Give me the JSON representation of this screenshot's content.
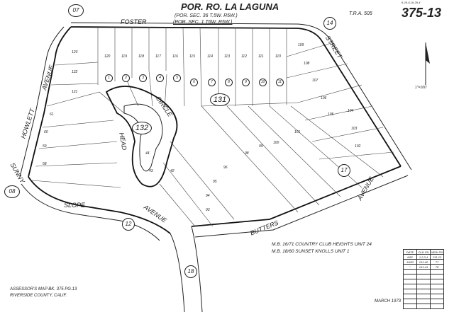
{
  "header": {
    "title": "POR. RO. LA LAGUNA",
    "sub1": "(POR. SEC. 36 T.5W. R5W.)",
    "sub2": "(POR. SEC. 1 T6W. R5W.)",
    "tra": "T.R.A. 505",
    "page_ref_small": "8-29-5,16-29-4",
    "page_number": "375-13"
  },
  "streets": {
    "foster": "FOSTER",
    "street": "STREET",
    "howlett": "HOWLETT",
    "avenue_west": "AVENUE",
    "head": "HEAD",
    "circle": "CIRCLE",
    "sunny": "SUNNY",
    "slope": "SLOPE",
    "avenue_south": "AVENUE",
    "butters": "BUTTERS",
    "avenue_east": "AVENUE"
  },
  "map_pages": [
    "07",
    "14",
    "08",
    "12",
    "17",
    "18"
  ],
  "blocks": [
    "131",
    "132"
  ],
  "top_lots": [
    "120",
    "119",
    "118",
    "117",
    "116",
    "115",
    "114",
    "113",
    "112",
    "111",
    "110"
  ],
  "top_parcels": [
    "1",
    "2",
    "3",
    "4",
    "5",
    "6",
    "7",
    "8",
    "9",
    "10",
    "11"
  ],
  "west_lots": [
    "123",
    "122",
    "121"
  ],
  "east_lots": [
    "109",
    "108",
    "107",
    "106",
    "105",
    "104",
    "103",
    "102"
  ],
  "other_lots": [
    "98",
    "99",
    "100",
    "101",
    "96",
    "95",
    "94",
    "93",
    "42",
    "43",
    "44",
    "58",
    "59",
    "60",
    "61"
  ],
  "scale": "1\"=100'",
  "notes": {
    "mb1": "M.B. 16/71  COUNTRY  CLUB HEIGHTS    UNIT  24",
    "mb2": "M.B. 18/60  SUNSET   KNOLLS   UNIT  1",
    "date": "MARCH  1973",
    "assessor1": "ASSESSOR'S   MAP   BK. 375   PG.13",
    "assessor2": "RIVERSIDE    COUNTY,   CALIF."
  },
  "history_table": {
    "headers": [
      "DATE",
      "OLD PN",
      "NEW PN"
    ],
    "rows": [
      [
        "6/82",
        "1,2,3,4",
        "131-13"
      ],
      [
        "10/83",
        "131-40",
        "77"
      ],
      [
        "\"",
        "131-41",
        "78"
      ]
    ]
  }
}
